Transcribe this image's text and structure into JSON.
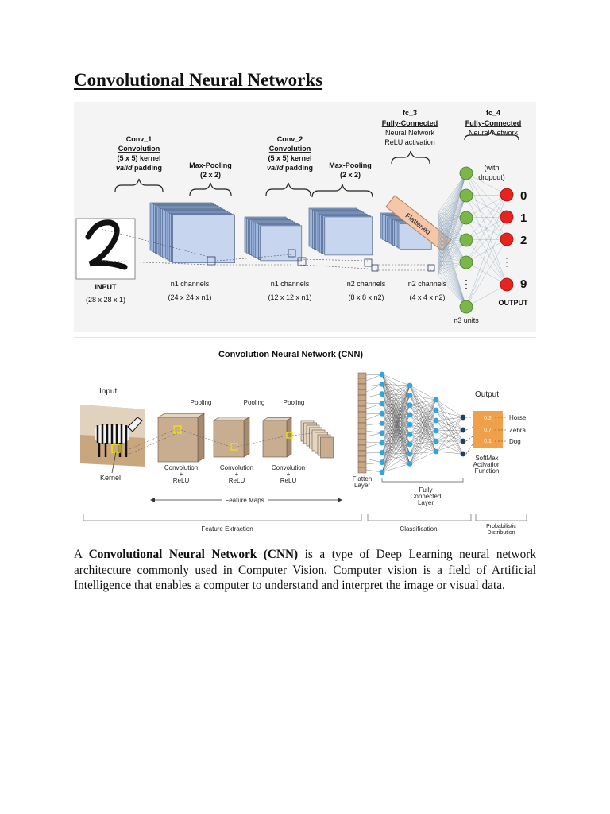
{
  "document": {
    "title": "Convolutional Neural Networks",
    "paragraph": {
      "lead": "A ",
      "term": "Convolutional Neural Network (CNN)",
      "rest": " is a type of Deep Learning neural network architecture commonly used in Computer Vision. Computer vision is a field of Artificial Intelligence that enables a computer to understand and interpret the image or visual data."
    }
  },
  "figure1": {
    "input": {
      "label": "INPUT",
      "dims": "(28 x 28 x 1)"
    },
    "conv1": {
      "name": "Conv_1",
      "type": "Convolution",
      "kernel": "(5 x 5) kernel",
      "padding_em": "valid",
      "padding_rest": " padding"
    },
    "pool1": {
      "name": "Max-Pooling",
      "size": "(2 x 2)"
    },
    "conv2": {
      "name": "Conv_2",
      "type": "Convolution",
      "kernel": "(5 x 5) kernel",
      "padding_em": "valid",
      "padding_rest": " padding"
    },
    "pool2": {
      "name": "Max-Pooling",
      "size": "(2 x 2)"
    },
    "fc3": {
      "name": "fc_3",
      "type": "Fully-Connected",
      "line1": "Neural Network",
      "line2": "ReLU activation"
    },
    "fc4": {
      "name": "fc_4",
      "type": "Fully-Connected",
      "line1": "Neural Network",
      "dropout1": "(with",
      "dropout2": "dropout)"
    },
    "stages": [
      {
        "channels": "n1 channels",
        "dims": "(24 x 24 x n1)"
      },
      {
        "channels": "n1 channels",
        "dims": "(12 x 12 x n1)"
      },
      {
        "channels": "n2 channels",
        "dims": "(8 x 8 x n2)"
      },
      {
        "channels": "n2 channels",
        "dims": "(4 x 4 x n2)"
      }
    ],
    "flattened": "Flattened",
    "units": "n3 units",
    "outputs": [
      "0",
      "1",
      "2",
      "9"
    ],
    "output_label": "OUTPUT",
    "colors": {
      "node_green": "#7ab648",
      "node_red": "#e8221c",
      "map_blue": "#c7d6ee",
      "flatten_peach": "#f5c7a9"
    }
  },
  "figure2": {
    "title": "Convolution  Neural  Network (CNN)",
    "input": "Input",
    "kernel": "Kernel",
    "pooling": [
      "Pooling",
      "Pooling",
      "Pooling"
    ],
    "conv": "Convolution",
    "plus": "+",
    "relu": "ReLU",
    "feature_maps": "Feature  Maps",
    "flatten": [
      "Flatten",
      "Layer"
    ],
    "fc": [
      "Fully",
      "Connected",
      "Layer"
    ],
    "output": "Output",
    "probs": [
      "0.2",
      "0.7",
      "0.1"
    ],
    "classes": [
      "Horse",
      "Zebra",
      "Dog"
    ],
    "softmax": [
      "SoftMax",
      "Activation",
      "Function"
    ],
    "sections": [
      "Feature Extraction",
      "Classification"
    ],
    "prob_dist": [
      "Probabilistic",
      "Distribution"
    ],
    "colors": {
      "map_tan": "#c8ad90",
      "node_blue": "#2ea7dc",
      "node_dark": "#1f3f66",
      "prob_orange": "#f0a04b"
    }
  }
}
